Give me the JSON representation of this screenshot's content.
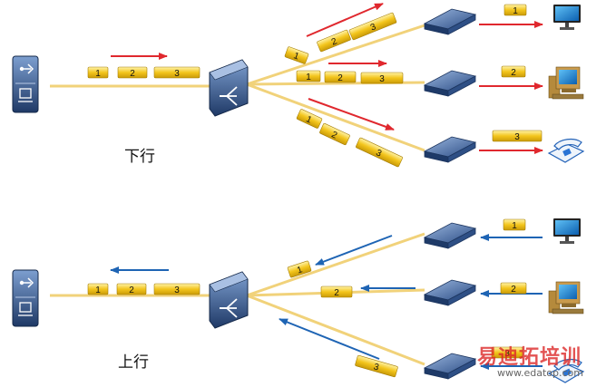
{
  "sections": [
    {
      "caption": "下行",
      "direction": "down",
      "arrow_color": "#e0282e"
    },
    {
      "caption": "上行",
      "direction": "up",
      "arrow_color": "#1e64b4"
    }
  ],
  "packet_labels": [
    "1",
    "2",
    "3"
  ],
  "colors": {
    "fiber": "#f1d27a",
    "packet": "#f3c51c",
    "device": "#2a4a7d"
  },
  "icons": [
    "olt-icon",
    "splitter-icon",
    "onu-icon",
    "monitor-icon",
    "pc-icon",
    "phone-icon"
  ],
  "watermark": {
    "text": "易迪拓培训",
    "url": "www.edatop.com"
  }
}
